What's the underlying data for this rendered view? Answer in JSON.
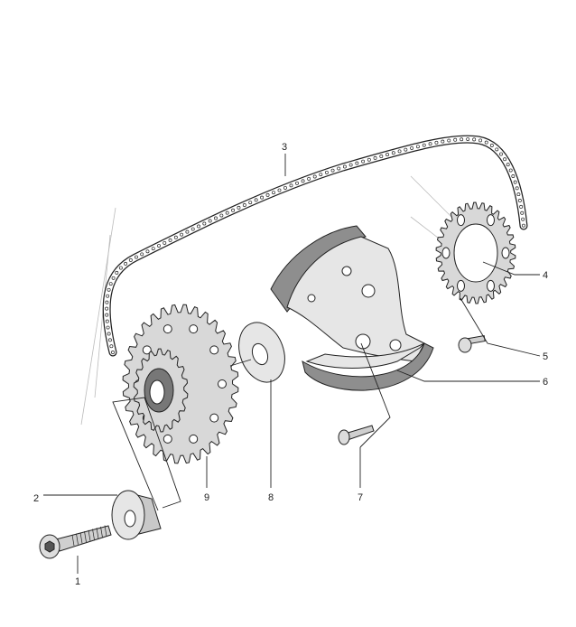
{
  "diagram": {
    "callouts": [
      {
        "id": "1",
        "text": "1",
        "part": "screw"
      },
      {
        "id": "2",
        "text": "2",
        "part": "spacer-bushing"
      },
      {
        "id": "3",
        "text": "3",
        "part": "timing-chain"
      },
      {
        "id": "4",
        "text": "4",
        "part": "upper-sprocket"
      },
      {
        "id": "5",
        "text": "5",
        "part": "small-bolt"
      },
      {
        "id": "6",
        "text": "6",
        "part": "chain-tensioner-guide"
      },
      {
        "id": "7",
        "text": "7",
        "part": "guide-bolt"
      },
      {
        "id": "8",
        "text": "8",
        "part": "washer"
      },
      {
        "id": "9",
        "text": "9",
        "part": "double-sprocket"
      }
    ],
    "colors": {
      "line": "#222222",
      "part_fill": "#e4e4e4",
      "shade": "#9a9a9a",
      "dark": "#555555"
    }
  }
}
